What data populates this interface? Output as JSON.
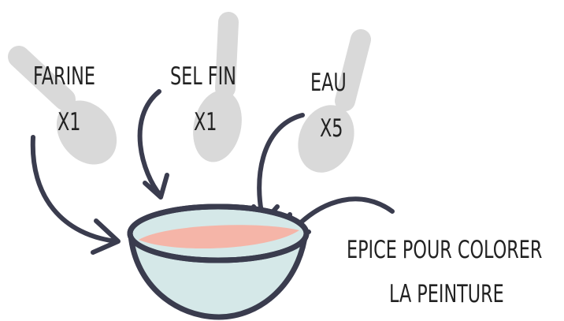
{
  "ingredients": [
    {
      "name": "FARINE",
      "qty": "X1"
    },
    {
      "name": "SEL FIN",
      "qty": "X1"
    },
    {
      "name": "EAU",
      "qty": "X5"
    }
  ],
  "extra": {
    "line1": "EPICE POUR COLORER",
    "line2": "LA PEINTURE"
  },
  "colors": {
    "spoon": "#d9d9d9",
    "outline": "#3a3c4e",
    "bowl": "#d5e8e8",
    "liquid": "#f5b5a8",
    "text": "#222222"
  }
}
